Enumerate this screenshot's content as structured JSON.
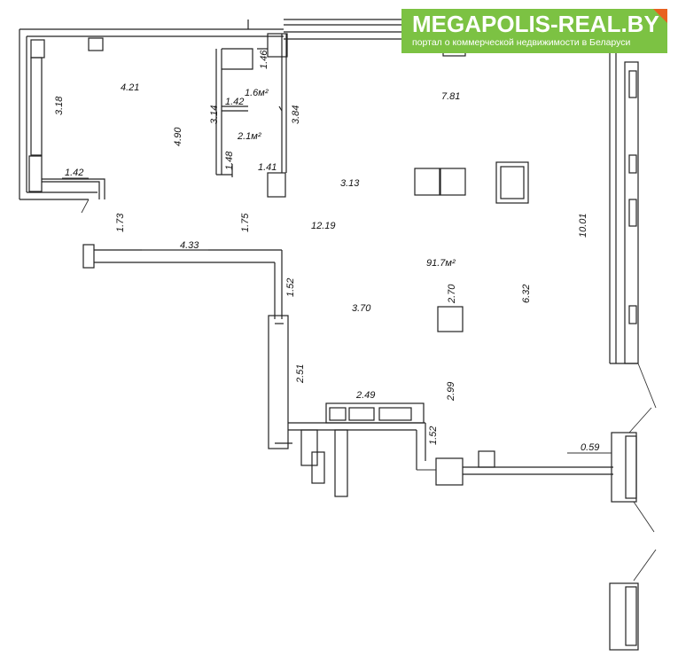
{
  "logo": {
    "title": "MEGAPOLIS-REAL.BY",
    "subtitle": "портал о коммерческой недвижимости в Беларуси",
    "brand_color": "#7cc243",
    "corner_color": "#e8611f"
  },
  "labels": {
    "l_421": "4.21",
    "l_318": "3.18",
    "l_314": "3.14",
    "l_490": "4.90",
    "l_142a": "1.42",
    "l_16m": "1.6м²",
    "l_146": "1.46",
    "l_384": "3.84",
    "l_781": "7.81",
    "l_21m": "2.1м²",
    "l_148": "1.48",
    "l_141": "1.41",
    "l_142b": "1.42",
    "l_313": "3.13",
    "l_173": "1.73",
    "l_175": "1.75",
    "l_1219": "12.19",
    "l_1001": "10.01",
    "l_433": "4.33",
    "l_917m": "91.7м²",
    "l_152a": "1.52",
    "l_270": "2.70",
    "l_632": "6.32",
    "l_370": "3.70",
    "l_251": "2.51",
    "l_249": "2.49",
    "l_299": "2.99",
    "l_152b": "1.52",
    "l_059": "0.59"
  }
}
